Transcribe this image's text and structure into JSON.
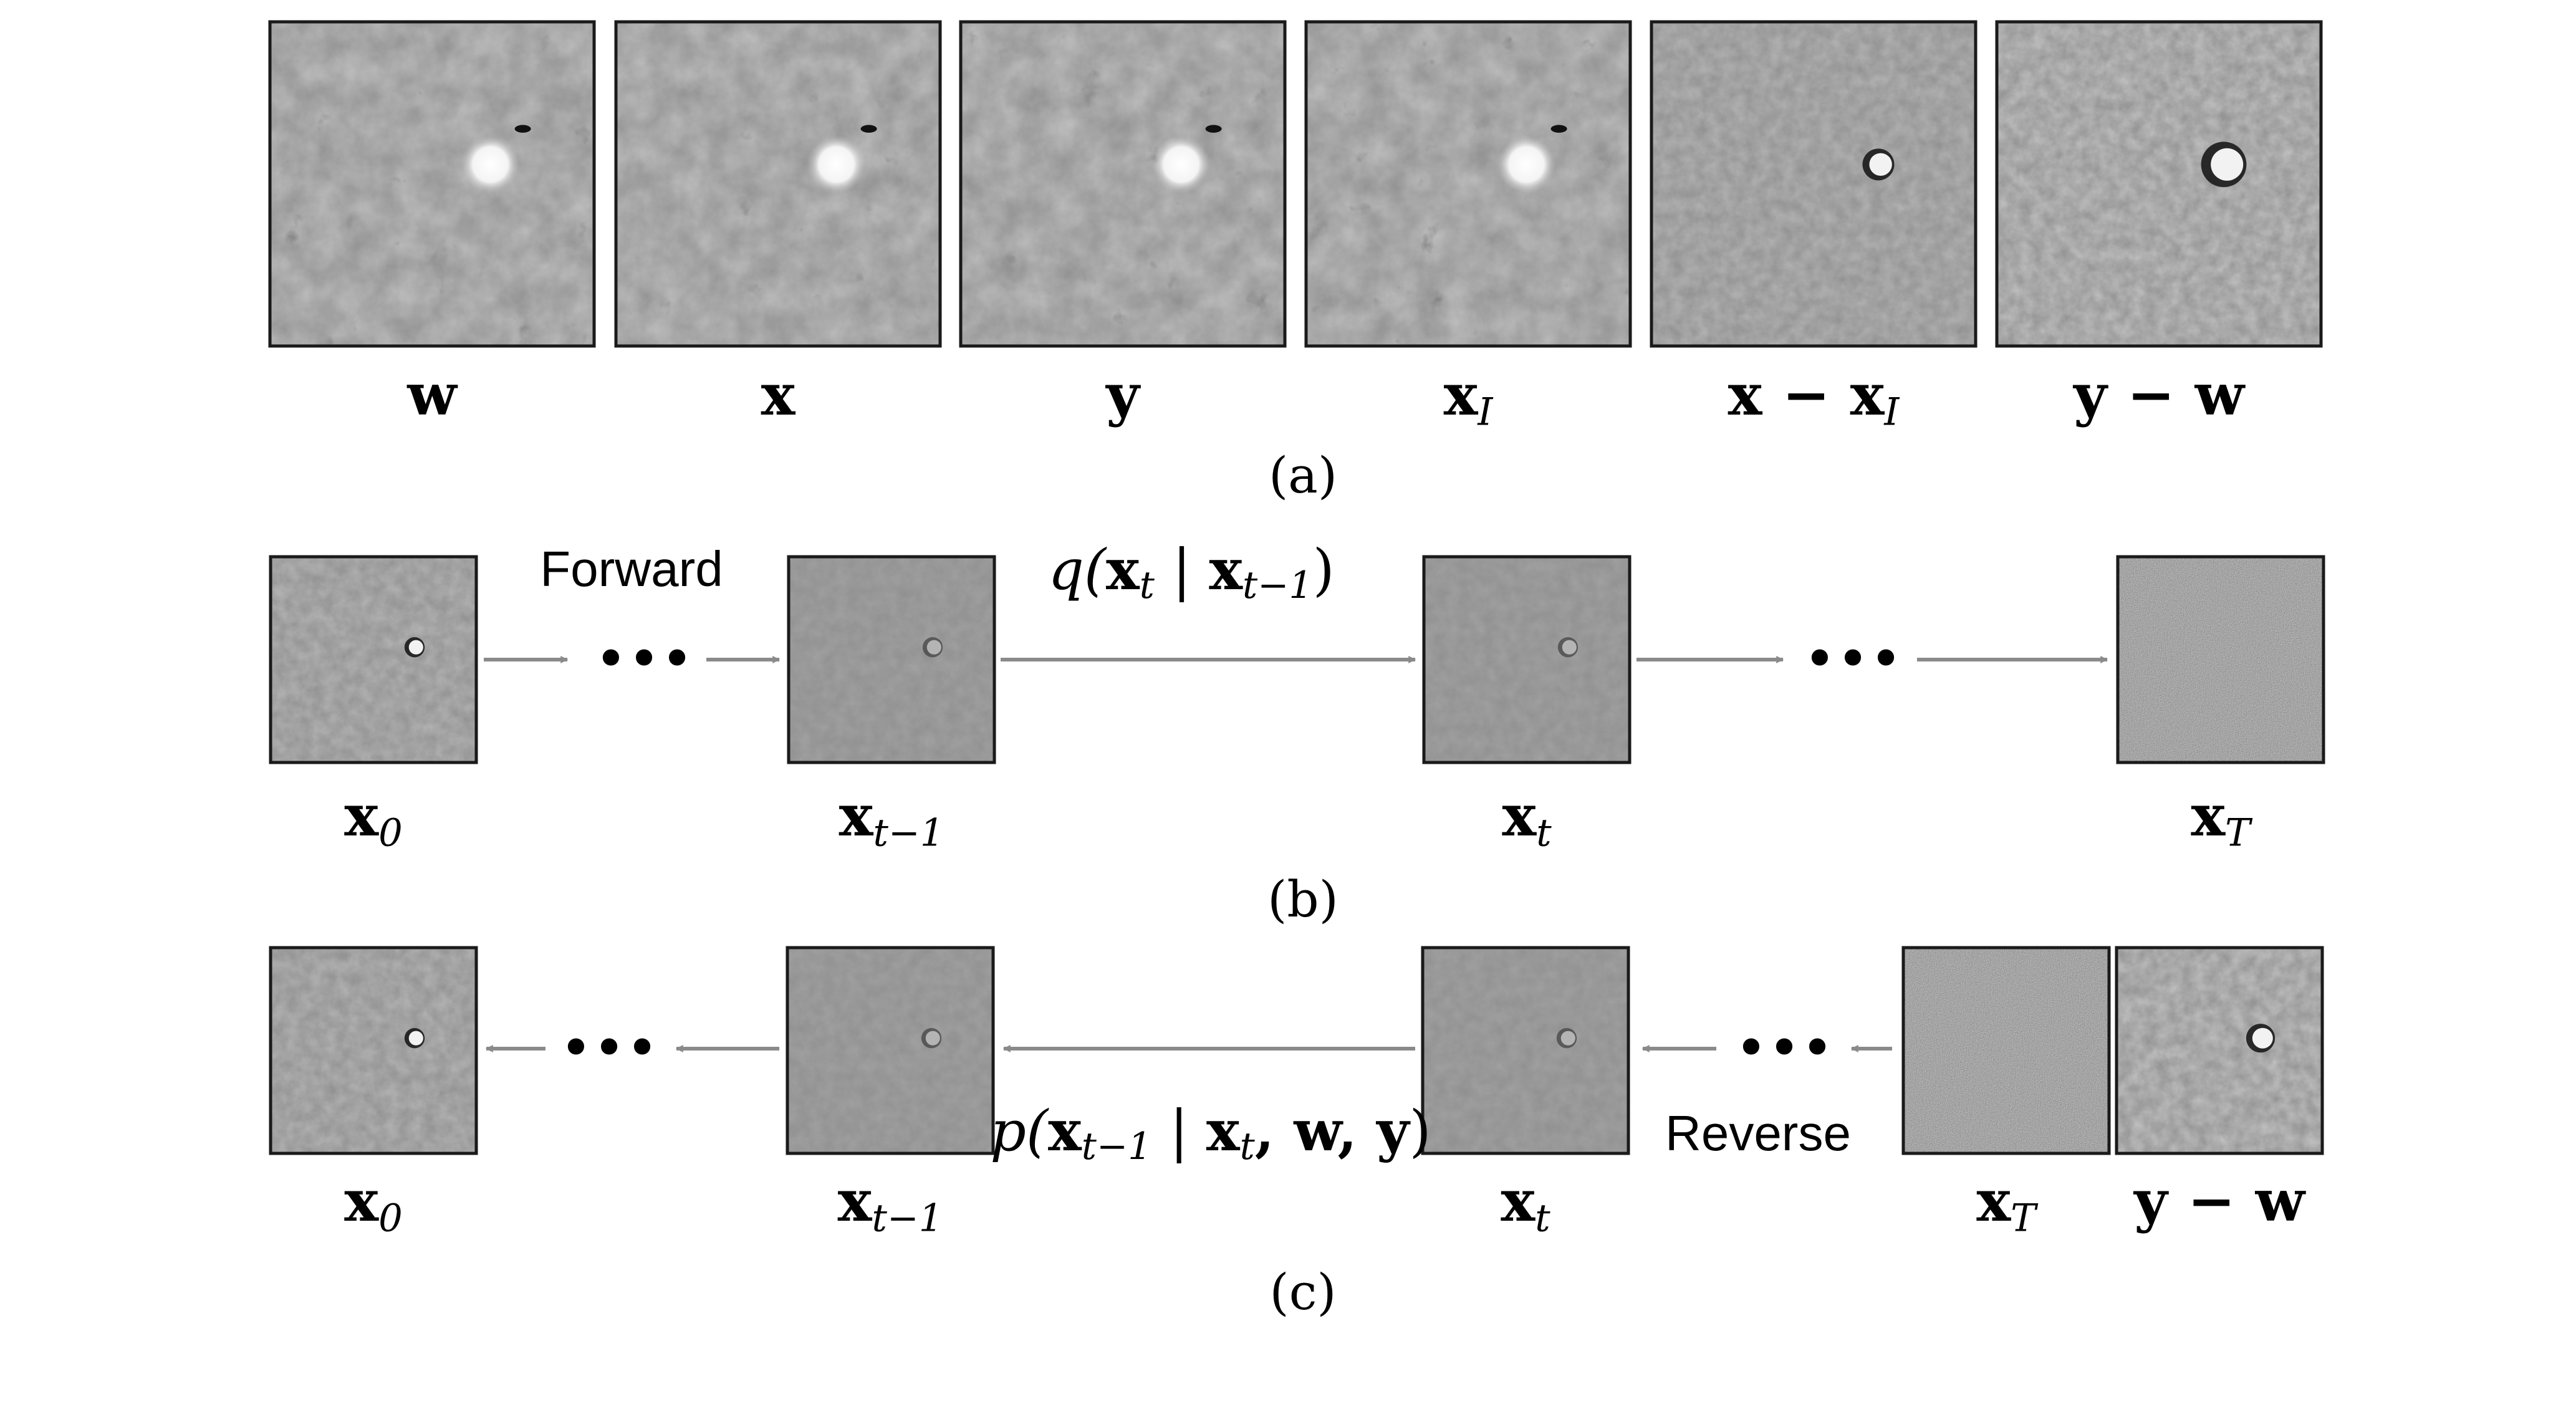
{
  "panel_a": {
    "images": [
      {
        "label": "w",
        "kind": "magnetogram"
      },
      {
        "label": "x",
        "kind": "magnetogram"
      },
      {
        "label": "y",
        "kind": "magnetogram"
      },
      {
        "label": "x",
        "sub": "I",
        "kind": "magnetogram"
      },
      {
        "label": "x − x",
        "sub": "I",
        "kind": "difference"
      },
      {
        "label": "y − w",
        "kind": "difference_strong"
      }
    ],
    "caption": "(a)"
  },
  "panel_b": {
    "forward_label": "Forward",
    "transition_label": {
      "pre": "q(",
      "x1": "x",
      "s1": "t",
      "bar": " | ",
      "x2": "x",
      "s2": "t−1",
      "post": ")"
    },
    "ellipsis": "•••",
    "images": [
      {
        "label": "x",
        "sub": "0",
        "kind": "residual"
      },
      {
        "label": "x",
        "sub": "t−1",
        "kind": "residual_faint"
      },
      {
        "label": "x",
        "sub": "t",
        "kind": "residual_faint"
      },
      {
        "label": "x",
        "sub": "T",
        "kind": "noise"
      }
    ],
    "caption": "(b)"
  },
  "panel_c": {
    "reverse_label": "Reverse",
    "transition_label": {
      "pre": "p(",
      "x1": "x",
      "s1": "t−1",
      "bar": " | ",
      "x2": "x",
      "s2": "t",
      "rest": ", w, y",
      "post": ")"
    },
    "ellipsis": "•••",
    "images": [
      {
        "label": "x",
        "sub": "0",
        "kind": "residual"
      },
      {
        "label": "x",
        "sub": "t−1",
        "kind": "residual_faint"
      },
      {
        "label": "x",
        "sub": "t",
        "kind": "residual_faint"
      },
      {
        "label": "x",
        "sub": "T",
        "kind": "noise"
      },
      {
        "label": "y − w",
        "kind": "difference_strong"
      }
    ],
    "caption": "(c)"
  },
  "colors": {
    "arrow": "#8a8a8a",
    "frame": "#1a1a1a",
    "gray_bg": "#8f8f8f"
  }
}
